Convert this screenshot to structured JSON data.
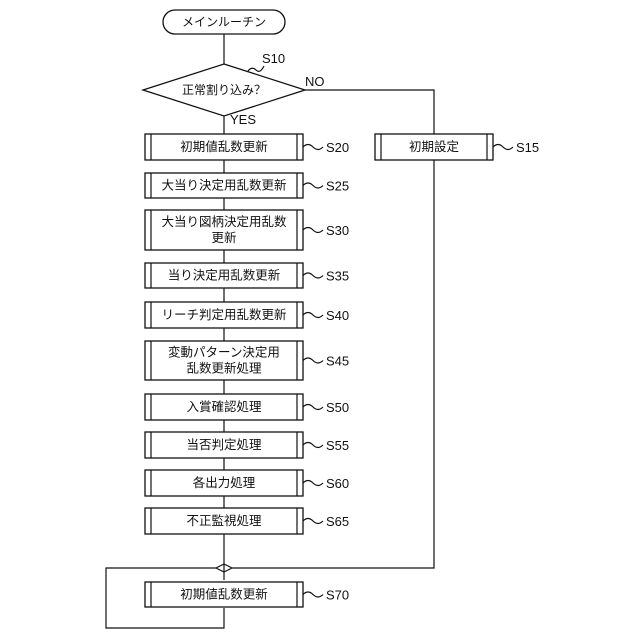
{
  "start": {
    "label": "メインルーチン"
  },
  "decision": {
    "id": "S10",
    "label": "正常割り込み？",
    "yes_label": "YES",
    "no_label": "NO"
  },
  "steps": [
    {
      "id": "S20",
      "lines": [
        "初期値乱数更新"
      ]
    },
    {
      "id": "S25",
      "lines": [
        "大当り決定用乱数更新"
      ]
    },
    {
      "id": "S30",
      "lines": [
        "大当り図柄決定用乱数",
        "更新"
      ]
    },
    {
      "id": "S35",
      "lines": [
        "当り決定用乱数更新"
      ]
    },
    {
      "id": "S40",
      "lines": [
        "リーチ判定用乱数更新"
      ]
    },
    {
      "id": "S45",
      "lines": [
        "変動パターン決定用",
        "乱数更新処理"
      ]
    },
    {
      "id": "S50",
      "lines": [
        "入賞確認処理"
      ]
    },
    {
      "id": "S55",
      "lines": [
        "当否判定処理"
      ]
    },
    {
      "id": "S60",
      "lines": [
        "各出力処理"
      ]
    },
    {
      "id": "S65",
      "lines": [
        "不正監視処理"
      ]
    },
    {
      "id": "S70",
      "lines": [
        "初期値乱数更新"
      ]
    }
  ],
  "side_step": {
    "id": "S15",
    "lines": [
      "初期設定"
    ]
  }
}
